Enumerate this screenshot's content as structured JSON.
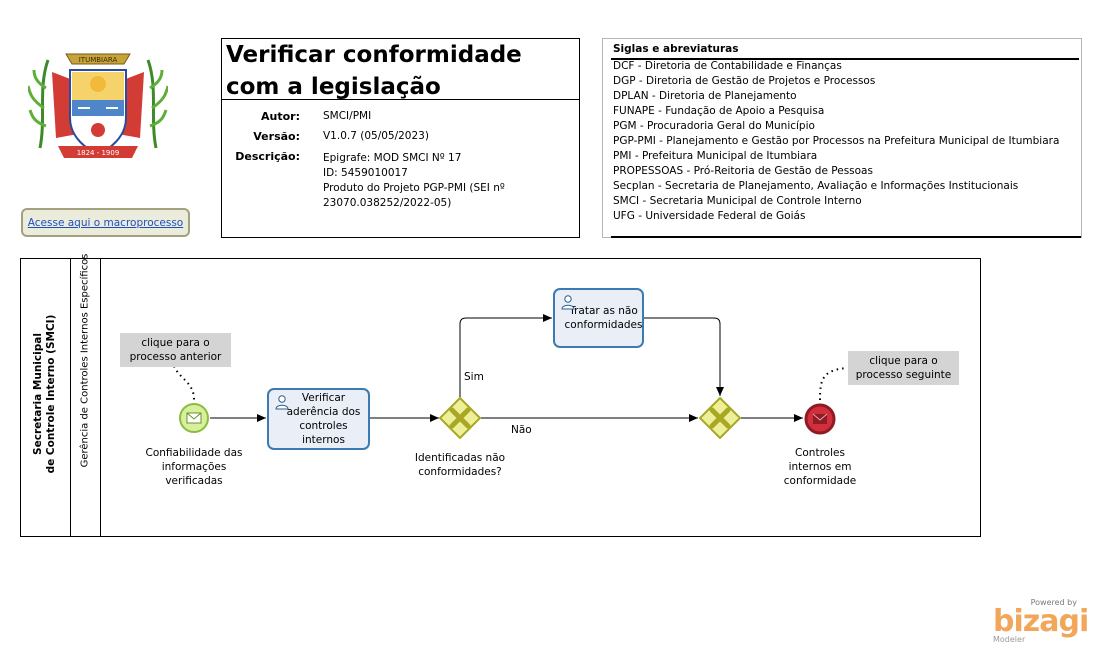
{
  "header": {
    "title": "Verificar conformidade com a legislação",
    "meta": [
      {
        "label": "Autor:",
        "value": "SMCI/PMI"
      },
      {
        "label": "Versão:",
        "value": "V1.0.7 (05/05/2023)"
      },
      {
        "label": "Descrição:",
        "value": "Epigrafe: MOD SMCI Nº 17"
      }
    ],
    "description_lines": [
      "ID: 5459010017",
      "Produto do Projeto PGP-PMI (SEI nº",
      "23070.038252/2022-05)"
    ]
  },
  "siglas": {
    "title": "Siglas e abreviaturas",
    "items": [
      "DCF - Diretoria de Contabilidade e Finanças",
      "DGP - Diretoria de Gestão de Projetos e Processos",
      "DPLAN - Diretoria de Planejamento",
      "FUNAPE - Fundação de Apoio a Pesquisa",
      "PGM - Procuradoria Geral do Município",
      "PGP-PMI - Planejamento e Gestão por Processos na Prefeitura Municipal de Itumbiara",
      "PMI - Prefeitura Municipal de Itumbiara",
      "PROPESSOAS - Pró-Reitoria de Gestão de Pessoas",
      "Secplan - Secretaria de Planejamento, Avaliação e Informações Institucionais",
      "SMCI - Secretaria Municipal de Controle Interno",
      "UFG - Universidade Federal de Goiás"
    ]
  },
  "macro_link": "Acesse aqui o macroprocesso",
  "logo": {
    "banner": "ITUMBIARA",
    "years": "1824 - 1909"
  },
  "pool": {
    "label_line1": "Secretaria Municipal",
    "label_line2": "de Controle Interno (SMCI)",
    "lane": "Gerência de Controles Internos Específicos"
  },
  "diagram": {
    "start_event": "Confiabilidade das informações verificadas",
    "task_verificar": "Verificar aderência dos controles internos",
    "gateway": "Identificadas não conformidades?",
    "flow_sim": "Sim",
    "flow_nao": "Não",
    "task_tratar": "Tratar as não conformidades",
    "end_event": "Controles internos em conformidade",
    "note_prev": "clique para o processo anterior",
    "note_next": "clique para o processo seguinte"
  },
  "branding": {
    "powered": "Powered by",
    "brand": "bizagi",
    "product": "Modeler"
  },
  "colors": {
    "task_border": "#3c7bb1",
    "task_fill": "#e9eef7",
    "start_fill": "#d8ef9e",
    "end_fill": "#d12f3c",
    "gateway_fill": "#efef9a",
    "gateway_mark": "#a8a825",
    "bizagi_orange": "#f2a65a"
  }
}
